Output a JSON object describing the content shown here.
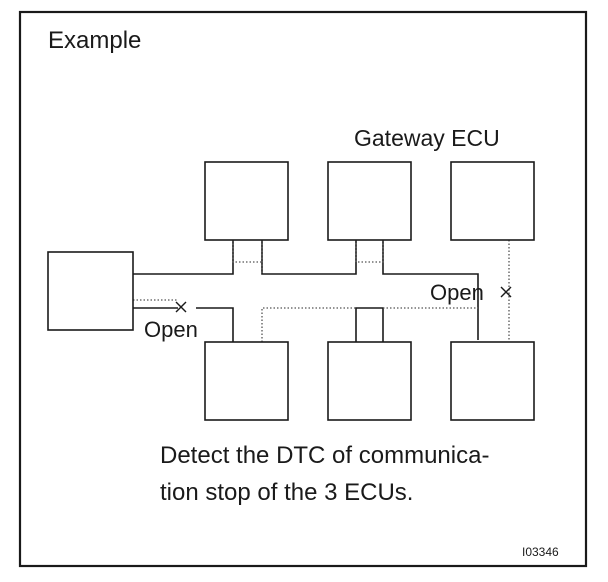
{
  "title": "Example",
  "gateway_label": "Gateway ECU",
  "open_label_left": "Open",
  "open_label_right": "Open",
  "break_marker": "×",
  "description_line1": "Detect the DTC of communica-",
  "description_line2": "tion stop of the 3 ECUs.",
  "figure_code": "I03346",
  "colors": {
    "line": "#1a1a1a",
    "background": "#ffffff"
  }
}
